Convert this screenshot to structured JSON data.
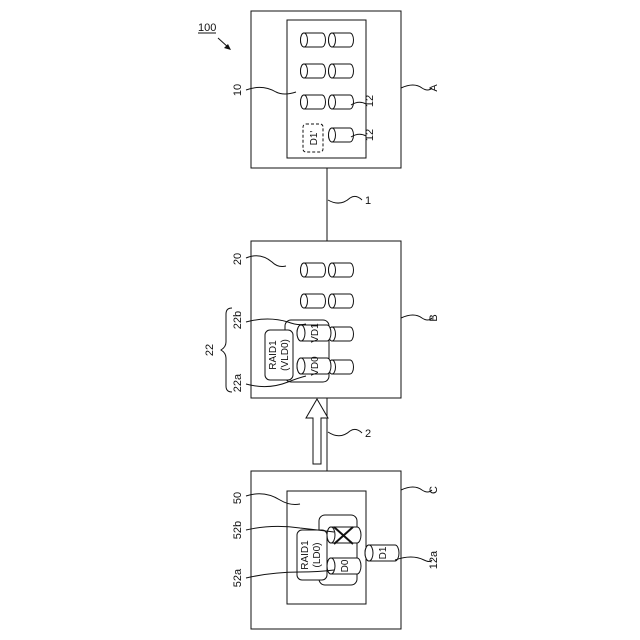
{
  "figure": {
    "ref_main": "100",
    "connections": {
      "link_1": "1",
      "link_2": "2"
    },
    "box_a": {
      "letter": "A",
      "ref_inner": "10",
      "ref_disk_upper": "12",
      "ref_disk_lower": "12",
      "virtual_disk": "D1'"
    },
    "box_b": {
      "letter": "B",
      "ref_inner": "20",
      "ref_group": "22",
      "ref_group_a": "22a",
      "ref_group_b": "22b",
      "raid_line1": "RAID1",
      "raid_line2": "(VLD0)",
      "disk_vd0": "VD0",
      "disk_vd1": "VD1"
    },
    "box_c": {
      "letter": "C",
      "ref_inner": "50",
      "ref_disk_a": "52a",
      "ref_disk_b": "52b",
      "ref_spare": "12a",
      "raid_line1": "RAID1",
      "raid_line2": "(LD0)",
      "disk_d0": "D0",
      "disk_d1": "D1"
    }
  }
}
